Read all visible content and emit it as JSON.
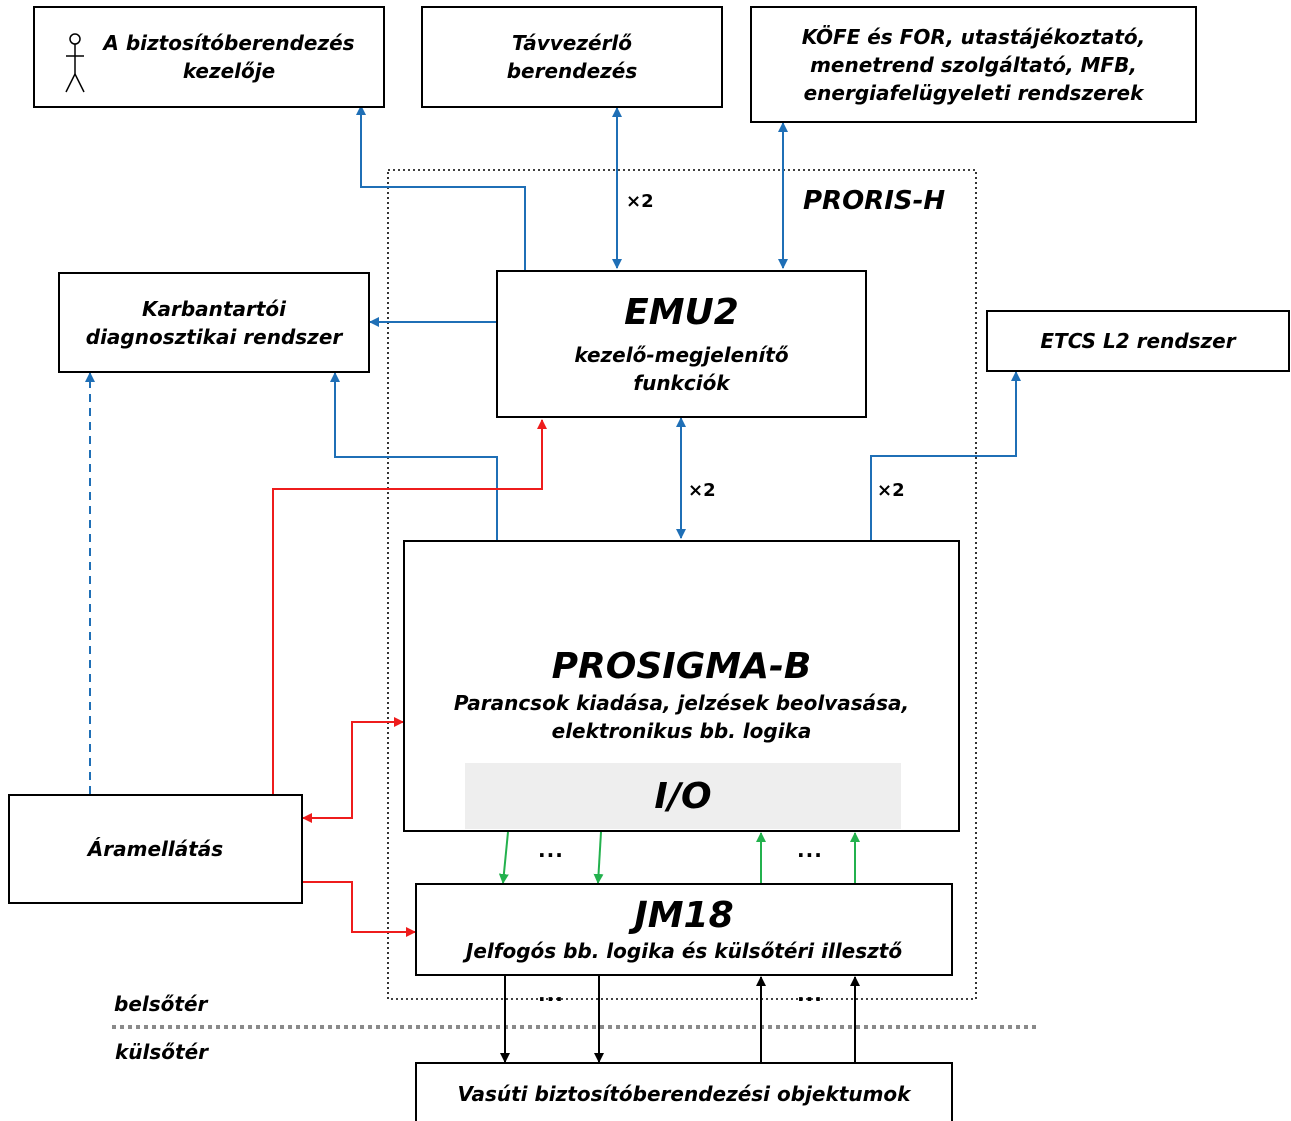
{
  "boxes": {
    "operator": {
      "lines": [
        "A biztosítóberendezés",
        "kezelője"
      ],
      "icon": "person-icon"
    },
    "remote": {
      "lines": [
        "Távvezérlő",
        "berendezés"
      ]
    },
    "external_systems": {
      "lines": [
        "KÖFE és FOR, utastájékoztató,",
        "menetrend szolgáltató, MFB,",
        "energiafelügyeleti rendszerek"
      ]
    },
    "maintenance": {
      "lines": [
        "Karbantartói",
        "diagnosztikai rendszer"
      ]
    },
    "emu2": {
      "title": "EMU2",
      "lines": [
        "kezelő-megjelenítő",
        "funkciók"
      ]
    },
    "etcs": {
      "lines": [
        "ETCS L2 rendszer"
      ]
    },
    "prosigma": {
      "title": "PROSIGMA-B",
      "lines": [
        "Parancsok kiadása, jelzések beolvasása,",
        "elektronikus bb. logika"
      ],
      "io": "I/O"
    },
    "power": {
      "lines": [
        "Áramellátás"
      ]
    },
    "jm18": {
      "title": "JM18",
      "lines": [
        "Jelfogós bb. logika és külsőtéri illesztő"
      ]
    },
    "objects": {
      "lines": [
        "Vasúti biztosítóberendezési objektumok"
      ]
    }
  },
  "labels": {
    "proris": "PRORIS-H",
    "indoor": "belsőtér",
    "outdoor": "külsőtér",
    "x2": "×2",
    "dots": "..."
  },
  "colors": {
    "blue": "#1f6fb6",
    "red": "#ee1c1c",
    "green": "#23b14d",
    "black": "#000000",
    "io_fill": "#eeeeee",
    "divider": "#8a8a8a"
  }
}
